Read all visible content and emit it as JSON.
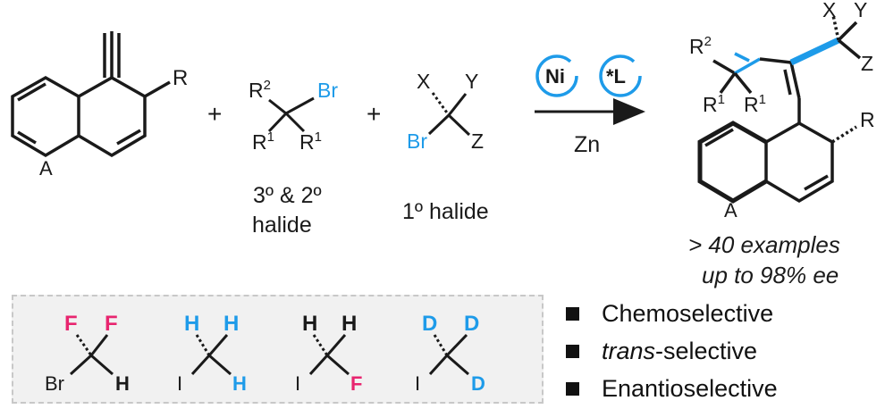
{
  "reagents": {
    "plus": "+",
    "halide1_label": "3º & 2º",
    "halide1_label2": "halide",
    "halide2_label": "1º halide",
    "atom_Br": "Br",
    "atom_R": "R",
    "atom_A": "A",
    "atom_R1": "R",
    "sup_1": "1",
    "atom_R2": "R",
    "sup_2": "2",
    "atom_X": "X",
    "atom_Y": "Y",
    "atom_Z": "Z"
  },
  "conditions": {
    "catalyst": "Ni",
    "ligand": "*L",
    "reductant": "Zn"
  },
  "product": {
    "examples": "> 40 examples",
    "ee": "up to 98% ee"
  },
  "substrates": [
    {
      "top_left": "F",
      "top_right": "F",
      "bottom_left": "Br",
      "bottom_right": "H"
    },
    {
      "top_left": "H",
      "top_right": "H",
      "bottom_left": "I",
      "bottom_right": "H"
    },
    {
      "top_left": "H",
      "top_right": "H",
      "bottom_left": "I",
      "bottom_right": "F"
    },
    {
      "top_left": "D",
      "top_right": "D",
      "bottom_left": "I",
      "bottom_right": "D"
    }
  ],
  "features": [
    {
      "text": "Chemoselective"
    },
    {
      "italic": "trans",
      "text": "-selective"
    },
    {
      "text": "Enantioselective"
    }
  ],
  "colors": {
    "accent_blue": "#1e9be9",
    "accent_pink": "#e8256f",
    "box_fill": "#f1f1f1"
  }
}
